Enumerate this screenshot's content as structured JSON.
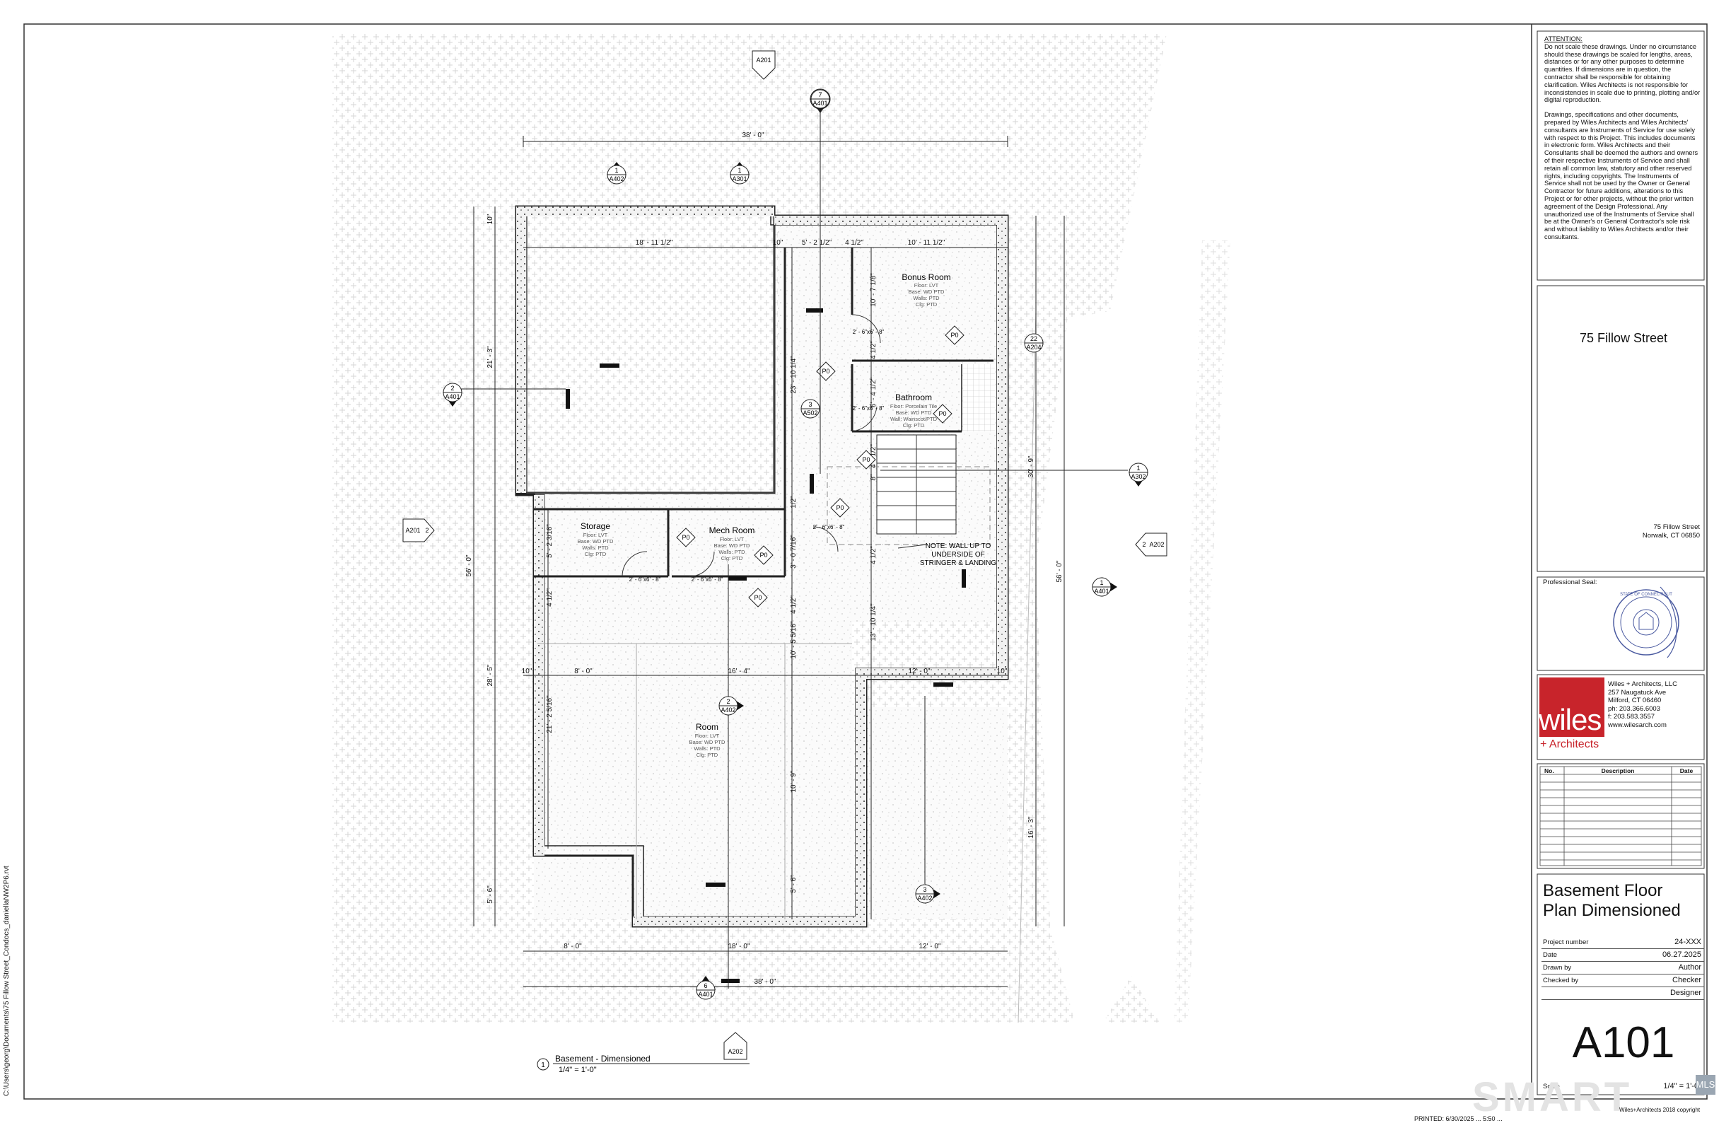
{
  "sheet": {
    "file_path": "C:\\Users\\georg\\Documents\\75 Fillow Street_Condocs_daniellaNW2P6.rvt",
    "printed": "PRINTED: 6/30/2025 ... 5:50 ...",
    "copyright": "Wiles+Architects 2018 copyright"
  },
  "attention": {
    "heading": "ATTENTION:",
    "paragraph1": "Do not scale these drawings. Under no circumstance should these drawings be scaled for lengths, areas, distances or for any other purposes to determine quantities. If dimensions are in question, the contractor shall be responsible for obtaining clarification. Wiles Architects is not responsible for inconsistencies in scale due to printing, plotting and/or digital reproduction.",
    "paragraph2": "Drawings, specifications and other documents, prepared by Wiles Architects and Wiles Architects' consultants are Instruments of Service for use solely with respect to this Project. This includes documents in electronic form. Wiles Architects and their Consultants shall be deemed the authors and owners of their respective Instruments of Service and shall retain all common law, statutory and other reserved rights, including copyrights. The Instruments of Service shall not be used by the Owner or General Contractor for future additions, alterations to this Project or for other projects, without the prior written agreement of the Design Professional. Any unauthorized use of the Instruments of Service shall be at the Owner's or General Contractor's sole risk and without liability to Wiles Architects and/or their consultants."
  },
  "project": {
    "title": "75 Fillow Street",
    "address_line1": "75 Fillow Street",
    "address_line2": "Norwalk, CT 06850"
  },
  "seal": {
    "label": "Professional Seal:",
    "seal_text": "STATE OF CONNECTICUT"
  },
  "firm": {
    "logo_word": "wiles",
    "logo_sub": "+ Architects",
    "name": "Wiles + Architects, LLC",
    "street": "257 Naugatuck Ave",
    "city": "Milford, CT 06460",
    "phone": "ph: 203.366.6003",
    "fax": "f:    203.583.3557",
    "web": "www.wilesarch.com"
  },
  "revisions": {
    "col_no": "No.",
    "col_desc": "Description",
    "col_date": "Date"
  },
  "sheet_info": {
    "title_line1": "Basement Floor",
    "title_line2": "Plan Dimensioned",
    "rows": [
      {
        "label": "Project number",
        "value": "24-XXX"
      },
      {
        "label": "Date",
        "value": "06.27.2025"
      },
      {
        "label": "Drawn by",
        "value": "Author"
      },
      {
        "label": "Checked by",
        "value": "Checker"
      },
      {
        "label": "",
        "value": "Designer"
      }
    ],
    "sheet_number": "A101",
    "scale_label": "Scale",
    "scale_value": "1/4\" = 1'-0\""
  },
  "view_title": {
    "number": "1",
    "name": "Basement - Dimensioned",
    "scale": "1/4\" = 1'-0\""
  },
  "rooms": [
    {
      "name": "Bonus Room",
      "floor": "Floor: LVT",
      "base": "Base: WD PTD",
      "walls": "Walls: PTD",
      "clg": "Clg: PTD"
    },
    {
      "name": "Bathroom",
      "floor": "Floor: Porcelain Tile",
      "base": "Base: WD PTD",
      "walls": "Wall: Wainscot/PTD",
      "clg": "Clg: PTD"
    },
    {
      "name": "Storage",
      "floor": "Floor: LVT",
      "base": "Base: WD PTD",
      "walls": "Walls: PTD",
      "clg": "Clg: PTD"
    },
    {
      "name": "Mech Room",
      "floor": "Floor: LVT",
      "base": "Base: WD PTD",
      "walls": "Walls: PTD",
      "clg": "Clg: PTD"
    },
    {
      "name": "Room",
      "floor": "Floor: LVT",
      "base": "Base: WD PTD",
      "walls": "Walls: PTD",
      "clg": "Clg: PTD"
    }
  ],
  "note": {
    "line1": "NOTE: WALL UP TO",
    "line2": "UNDERSIDE OF",
    "line3": "STRINGER & LANDING"
  },
  "dimensions": {
    "top_overall": "38' - 0\"",
    "bottom_overall": "38' - 0\"",
    "top_a": "18' - 11 1/2\"",
    "top_b": "10\"",
    "top_c": "5' - 2 1/2\"",
    "top_d": "4 1/2\"",
    "top_e": "10' - 11 1/2\"",
    "bottom_a": "8' - 0\"",
    "bottom_b": "18' - 0\"",
    "bottom_c": "12' - 0\"",
    "mid_a": "8' - 0\"",
    "mid_b": "16' - 4\"",
    "mid_c": "12' - 0\"",
    "mid_10a": "10\"",
    "mid_10b": "10\"",
    "left_overall": "56' - 0\"",
    "left_a": "21' - 3\"",
    "left_b": "28' - 5\"",
    "left_c": "5' - 6\"",
    "left_10": "10\"",
    "right_overall": "56' - 0\"",
    "right_a": "30' - 9\"",
    "right_b": "16' - 3\"",
    "v_bonus": "10' - 7 1/8\"",
    "v_hall": "23' - 10 1/4\"",
    "v_storage": "5' - 2 3/16\"",
    "v_mech": "3' - 0 7/16\"",
    "v_room": "10' - 5 5/16\"",
    "v_room2": "13' - 10 1/4\"",
    "v_lower": "10' - 9\"",
    "v_lower2": "5' - 6\"",
    "v_left_room": "21' - 2 5/16\"",
    "v_41_2a": "4 1/2\"",
    "v_41_2b": "4 1/2\"",
    "v_41_2c": "4 1/2\"",
    "v_bath": "5' - 4 1/2\"",
    "v_stair_a": "4' - 1/2\"",
    "v_stair_b": "8\"",
    "v_half": "1/2\""
  },
  "doors": [
    "2' - 6\"x6' - 8\"",
    "2' - 6\"x6' - 8\"",
    "2' - 6\"x6' - 8\"",
    "2' - 6\"x6' - 8\"",
    "2' - 6\"x6' - 8\""
  ],
  "door_tag": "P0",
  "section_marks": [
    {
      "num": "",
      "sheet": "A201"
    },
    {
      "num": "7",
      "sheet": "A401"
    },
    {
      "num": "1",
      "sheet": "A402"
    },
    {
      "num": "1",
      "sheet": "A301"
    },
    {
      "num": "2",
      "sheet": "A401"
    },
    {
      "num": "22",
      "sheet": "A204"
    },
    {
      "num": "3",
      "sheet": "A502"
    },
    {
      "num": "1",
      "sheet": "A302"
    },
    {
      "num": "2",
      "sheet": "A202"
    },
    {
      "num": "2",
      "sheet": "A201"
    },
    {
      "num": "1",
      "sheet": "A401"
    },
    {
      "num": "2",
      "sheet": "A402"
    },
    {
      "num": "3",
      "sheet": "A402"
    },
    {
      "num": "6",
      "sheet": "A401"
    },
    {
      "num": "",
      "sheet": "A202"
    }
  ],
  "watermark": {
    "word": "SMART",
    "mls": "MLS"
  }
}
